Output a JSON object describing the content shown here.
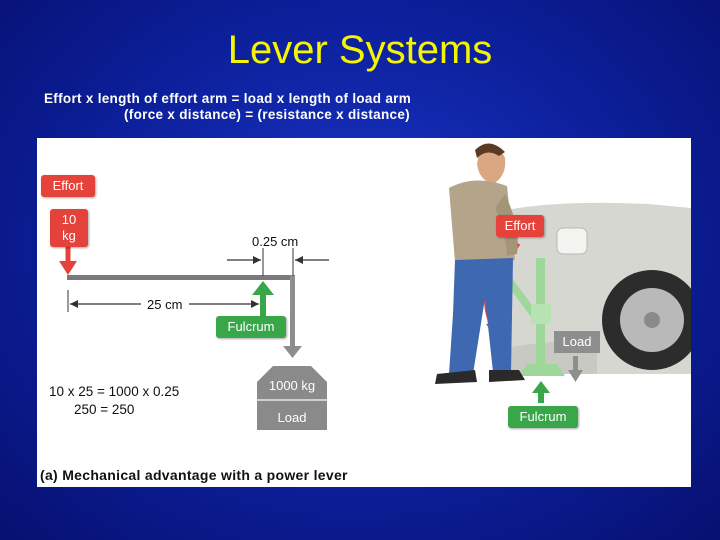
{
  "title": "Lever Systems",
  "formula": {
    "line1": "Effort x length of effort arm = load x length of load arm",
    "line2": "(force x distance) = (resistance x distance)"
  },
  "diagram": {
    "effort_label": "Effort",
    "effort_value": "10\nkg",
    "load_arm_length": "0.25 cm",
    "effort_arm_length": "25 cm",
    "fulcrum_label": "Fulcrum",
    "load_value": "1000 kg",
    "load_label": "Load",
    "calc_line1": "10 x 25 = 1000 x 0.25",
    "calc_line2": "250 = 250",
    "photo_effort_label": "Effort",
    "photo_load_label": "Load",
    "photo_fulcrum_label": "Fulcrum",
    "caption": "(a) Mechanical advantage with a power lever"
  },
  "colors": {
    "effort": "#e4423a",
    "fulcrum": "#3aa64a",
    "load": "#8e8e8e",
    "title": "#f5f500"
  }
}
